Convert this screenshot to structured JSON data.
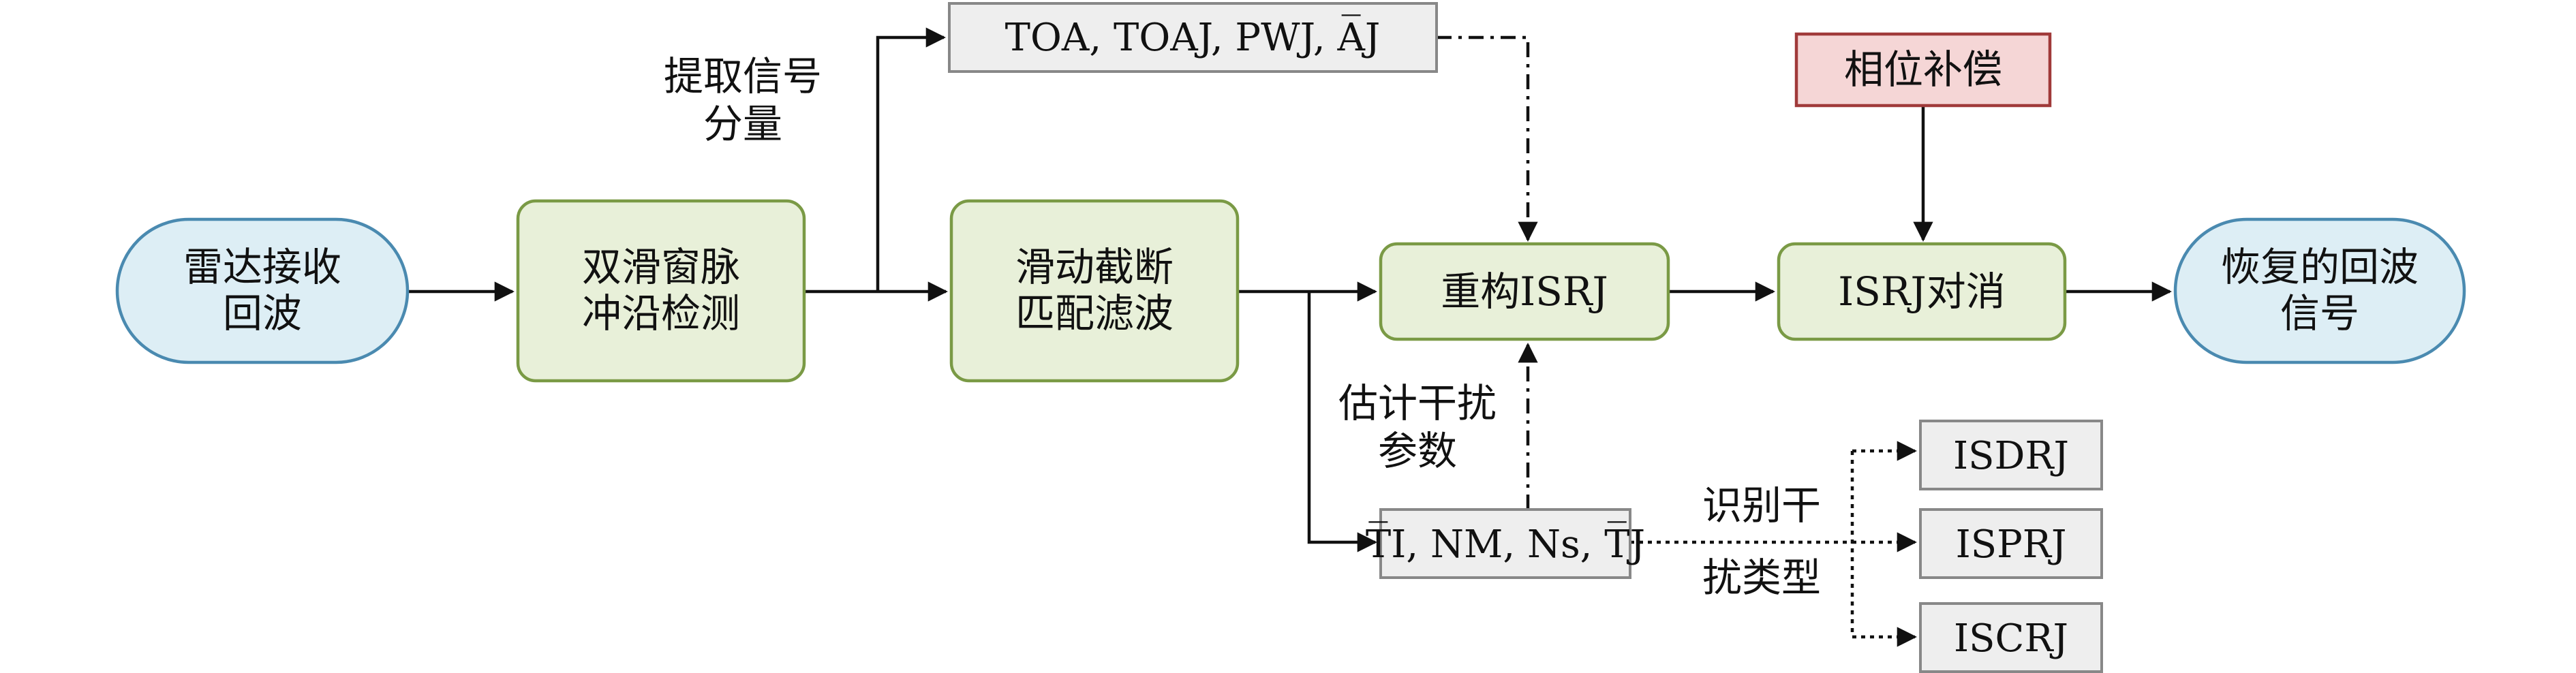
{
  "nodes": {
    "radar_echo": [
      "雷达接收",
      "回波"
    ],
    "edge_detect": [
      "双滑窗脉",
      "冲沿检测"
    ],
    "matched_filter": [
      "滑动截断",
      "匹配滤波"
    ],
    "reconstruct": "重构ISRJ",
    "cancel": "ISRJ对消",
    "recovered": [
      "恢复的回波",
      "信号"
    ],
    "phase_comp": "相位补偿",
    "signal_params": "TOA, TOAJ, PWJ, A̅J",
    "jam_params": "T̅I, NM, Ns, T̅J",
    "type_isdrj": "ISDRJ",
    "type_isprj": "ISPRJ",
    "type_iscrj": "ISCRJ"
  },
  "labels": {
    "extract": [
      "提取信号",
      "分量"
    ],
    "estimate": [
      "估计干扰",
      "参数"
    ],
    "identify": [
      "识别干",
      "扰类型"
    ]
  },
  "colors": {
    "terminal_fill": "#ddeef5",
    "terminal_stroke": "#4a8ab0",
    "process_fill": "#e8f0d9",
    "process_stroke": "#7a9a45",
    "param_fill": "#eeeeee",
    "param_stroke": "#888888",
    "phase_fill": "#f5d6d6",
    "phase_stroke": "#a03a3a",
    "line": "#111111"
  }
}
